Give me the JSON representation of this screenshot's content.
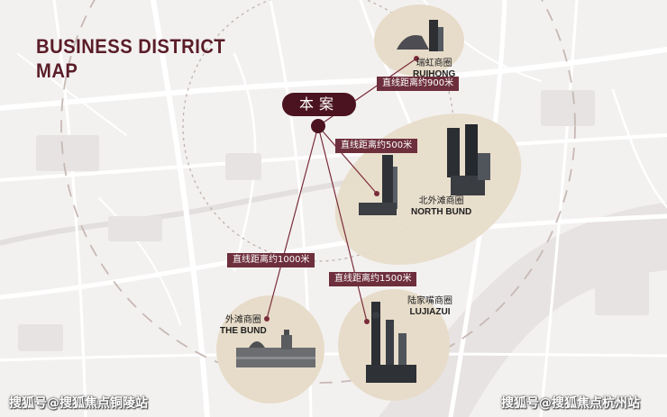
{
  "map": {
    "title_line1": "BUSINESS DISTRICT",
    "title_line2": "MAP",
    "project_label": "本案",
    "colors": {
      "accent": "#4b1320",
      "label_bg": "#6e2f3c",
      "highlight": "#e7dcc9",
      "road": "#ffffff",
      "ring": "#bfb2ad"
    },
    "areas": [
      {
        "key": "ruihong",
        "name_cn": "瑞虹商圈",
        "name_en": "RUIHONG",
        "distance": "直线距离约900米"
      },
      {
        "key": "north_bund",
        "name_cn": "北外滩商圈",
        "name_en": "NORTH BUND",
        "distance": "直线距离约500米"
      },
      {
        "key": "the_bund",
        "name_cn": "外滩商圈",
        "name_en": "THE BUND",
        "distance": "直线距离约1000米"
      },
      {
        "key": "lujiazui",
        "name_cn": "陆家嘴商圈",
        "name_en": "LUJIAZUI",
        "distance": "直线距离约1500米"
      }
    ],
    "watermark_left": "搜狐号@搜狐焦点铜陵站",
    "watermark_right": "搜狐号@搜狐焦点杭州站"
  }
}
